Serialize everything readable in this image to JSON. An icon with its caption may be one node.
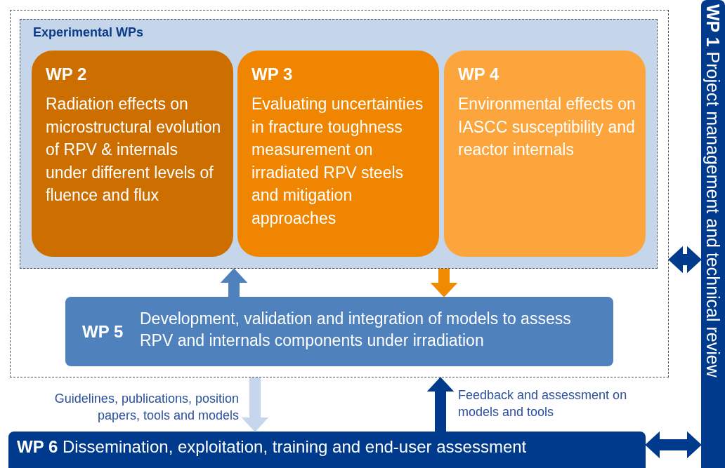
{
  "diagram": {
    "nodes": [
      {
        "text": [],
        "shape": "box"
      },
      {
        "text": [
          "Experimental WPs"
        ],
        "in": 0
      },
      {
        "text": [
          "WP 2",
          "Radiation effects on microstructural evolution of RPV & internals under different levels of fluence and flux"
        ],
        "in": 1
      },
      {
        "text": [
          "WP 3",
          "Evaluating uncertainties in fracture toughness measurement on irradiated RPV steels and mitigation approaches"
        ],
        "in": 1
      },
      {
        "text": [
          "WP 4",
          "Environmental effects on IASCC susceptibility and reactor internals"
        ],
        "in": 1
      },
      {
        "text": [
          "WP 5",
          "Development, validation and integration of models to assess RPV and internals components under irradiation"
        ],
        "in": 0
      },
      {
        "text": [
          "**WP 6** Dissemination, exploitation, training and end-user assessment"
        ]
      },
      {
        "text": [
          "**WP 1** Project management and technical review"
        ]
      }
    ],
    "edges": [
      {
        "from": 5,
        "to": 1,
        "arrow": "to",
        "color": "#4f81bd"
      },
      {
        "from": 1,
        "to": 5,
        "arrow": "to",
        "color": "#f08a00"
      },
      {
        "from": 0,
        "to": 6,
        "arrow": "to",
        "label": "Guidelines, publications, position papers, tools and models",
        "color": "#c6d6ec"
      },
      {
        "from": 6,
        "to": 0,
        "arrow": "to",
        "label": "Feedback and assessment on models and tools"
      },
      {
        "from": 0,
        "to": 7,
        "arrow": "both"
      },
      {
        "from": 6,
        "to": 7,
        "arrow": "both"
      }
    ]
  }
}
